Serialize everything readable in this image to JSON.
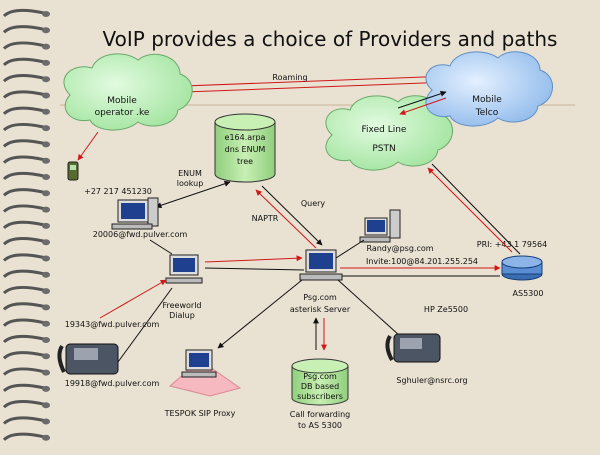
{
  "title": "VoIP provides a choice of Providers and paths",
  "clouds": {
    "mobile_operator": [
      "Mobile",
      "operator .ke"
    ],
    "mobile_telco": [
      "Mobile",
      "Telco"
    ],
    "fixed_line": [
      "Fixed Line",
      "PSTN"
    ]
  },
  "enum_db": [
    "e164.arpa",
    "dns ENUM",
    "tree"
  ],
  "subscriber_db": [
    "Psg.com",
    "DB based",
    "subscribers"
  ],
  "labels": {
    "roaming": "Roaming",
    "enum_lookup": [
      "ENUM",
      "lookup"
    ],
    "query": "Query",
    "naptr": "NAPTR",
    "pri": "PRI: +43 1 79564",
    "invite": "Invite:100@84.201.255.254",
    "hp_switch": "HP Ze5500",
    "as5300": "AS5300",
    "phone_number": "+27 217 451230",
    "fwd_20006": "20006@fwd.pulver.com",
    "freeworld": [
      "Freeworld",
      "Dialup"
    ],
    "fwd_19343": "19343@fwd.pulver.com",
    "fwd_19918": "19918@fwd.pulver.com",
    "tespok": "TESPOK SIP Proxy",
    "psg_server": [
      "Psg.com",
      "asterisk Server"
    ],
    "call_forwarding": [
      "Call forwarding",
      "to AS 5300"
    ],
    "randy": "Randy@psg.com",
    "sghuler": "Sghuler@nsrc.org"
  },
  "colors": {
    "background": "#e9e1d2",
    "cloud_fill": "#c9f3c8",
    "cloud_blue": "#a7c9ef",
    "db_fill": "#b5e3a0",
    "arrow_red": "#d01818",
    "line_black": "#111111"
  }
}
